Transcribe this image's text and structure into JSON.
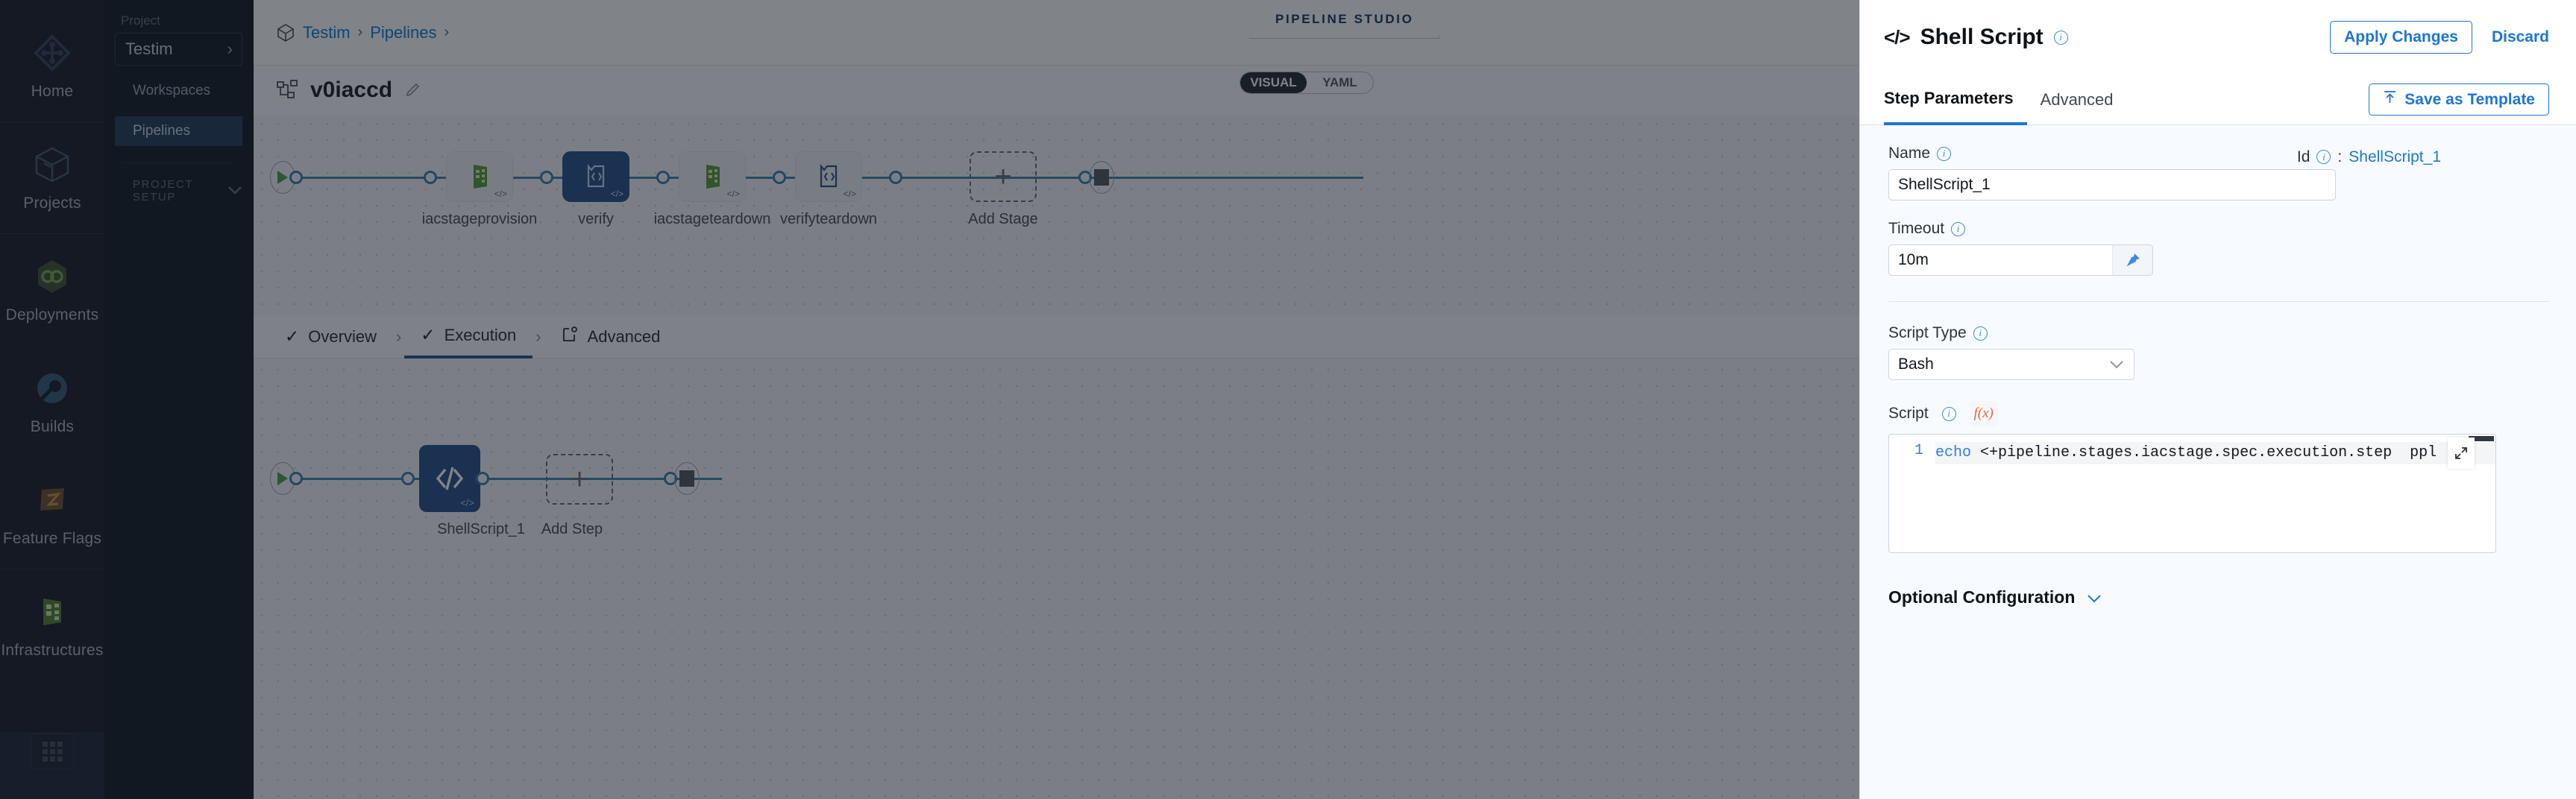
{
  "rail": {
    "items": [
      {
        "label": "Home",
        "icon": "home-diamond-icon"
      },
      {
        "label": "Projects",
        "icon": "cube-icon"
      },
      {
        "label": "Deployments",
        "icon": "infinity-hex-icon"
      },
      {
        "label": "Builds",
        "icon": "build-circle-icon"
      },
      {
        "label": "Feature Flags",
        "icon": "flag-icon"
      },
      {
        "label": "Infrastructures",
        "icon": "infrastructure-icon"
      }
    ],
    "grid_button": "app-grid-icon"
  },
  "sidebar": {
    "project_label": "Project",
    "project_value": "Testim",
    "items": [
      {
        "label": "Workspaces",
        "active": false
      },
      {
        "label": "Pipelines",
        "active": true
      }
    ],
    "section_label": "PROJECT SETUP"
  },
  "topbar": {
    "breadcrumbs": [
      "Testim",
      "Pipelines"
    ],
    "studio_tag": "PIPELINE STUDIO",
    "close_label": "✕"
  },
  "title": {
    "pipeline_name": "v0iaccd"
  },
  "mode_toggle": {
    "options": [
      "VISUAL",
      "YAML"
    ],
    "selected": "VISUAL"
  },
  "stage_graph": {
    "stages": [
      {
        "label": "iacstageprovision",
        "selected": false,
        "icon": "infrastructure-icon"
      },
      {
        "label": "verify",
        "selected": true,
        "icon": "shell-script-icon"
      },
      {
        "label": "iacstageteardown",
        "selected": false,
        "icon": "infrastructure-icon"
      },
      {
        "label": "verifyteardown",
        "selected": false,
        "icon": "shell-script-icon"
      }
    ],
    "add_stage_label": "Add Stage"
  },
  "step_tabs": [
    {
      "label": "Overview",
      "checked": true,
      "active": false
    },
    {
      "label": "Execution",
      "checked": true,
      "active": true
    },
    {
      "label": "Advanced",
      "checked": false,
      "active": false
    }
  ],
  "step_graph": {
    "steps": [
      {
        "label": "ShellScript_1",
        "selected": true
      }
    ],
    "add_step_label": "Add Step"
  },
  "drawer": {
    "title": "Shell Script",
    "apply_label": "Apply Changes",
    "discard_label": "Discard",
    "tabs": [
      {
        "label": "Step Parameters",
        "active": true
      },
      {
        "label": "Advanced",
        "active": false
      }
    ],
    "save_template_label": "Save as Template",
    "fields": {
      "name_label": "Name",
      "name_value": "ShellScript_1",
      "id_label": "Id",
      "id_separator": ":",
      "id_value": "ShellScript_1",
      "timeout_label": "Timeout",
      "timeout_value": "10m",
      "script_type_label": "Script Type",
      "script_type_value": "Bash",
      "script_label": "Script",
      "script_fx_label": "f(x)",
      "script_line_number": "1",
      "script_keyword": "echo",
      "script_code": " <+pipeline.stages.iacstage.spec.execution.step  ppl"
    },
    "optional_config_label": "Optional Configuration"
  },
  "colors": {
    "accent_blue": "#1d75d8",
    "node_blue": "#1e4a86",
    "rail_bg": "#10161f",
    "sidebar_bg": "#0d131c",
    "active_nav": "#1c3454",
    "close_btn": "#5a9ec4",
    "connector": "#3a7fa8"
  }
}
